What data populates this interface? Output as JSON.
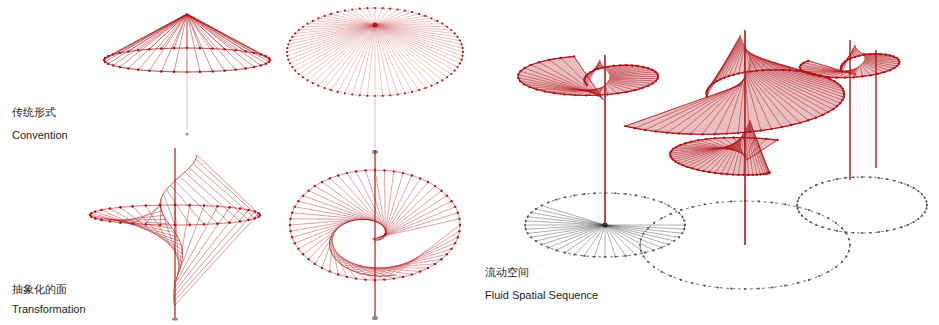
{
  "diagram": {
    "labels": [
      "传统形式",
      "Convention",
      "抽象化的面",
      "Transformation",
      "流动空间",
      "Fluid Spatial Sequence"
    ]
  }
}
